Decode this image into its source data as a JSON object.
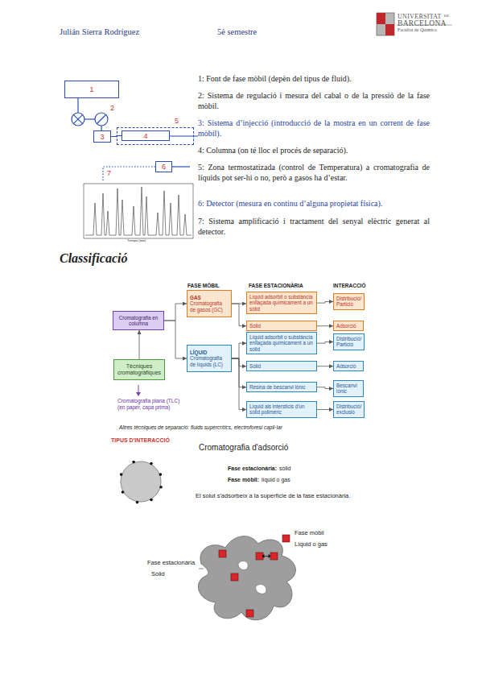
{
  "diagram": {
    "title": "Classificació",
    "caption": "Altres tècniques de separació: fluids supercrítics, electroforesi capil·lar",
    "nodes": [
      {
        "text": [
          "1"
        ]
      },
      {
        "text": [
          "3"
        ]
      },
      {
        "text": [
          "5"
        ]
      },
      {
        "text": [
          "4"
        ],
        "in": 2
      },
      {
        "text": [
          "6"
        ]
      },
      {
        "text": [
          "Cromatografia en columna"
        ]
      },
      {
        "text": [
          "Tècniques cromatogràfiques"
        ]
      },
      {
        "text": [
          "GAS",
          "Cromatografia de gasos (GC)"
        ]
      },
      {
        "text": [
          "Líquid adsorbit o substància enllaçada químicament a un sòlid"
        ]
      },
      {
        "text": [
          "Distribució/ Partició"
        ]
      },
      {
        "text": [
          "Sòlid"
        ]
      },
      {
        "text": [
          "Adsorció"
        ]
      },
      {
        "text": [
          "LÍQUID",
          "Cromatografia de líquids (LC)"
        ]
      },
      {
        "text": [
          "Líquid adsorbit o substància enllaçada químicament a un sòlid"
        ]
      },
      {
        "text": [
          "Distribució/ Partició"
        ]
      },
      {
        "text": [
          "Sòlid"
        ]
      },
      {
        "text": [
          "Adsorció"
        ]
      },
      {
        "text": [
          "Resina de bescanvi iònic"
        ]
      },
      {
        "text": [
          "Bescanvi iònic"
        ]
      },
      {
        "text": [
          "Líquid als intersticis d'un sòlid polimèric"
        ]
      },
      {
        "text": [
          "Distribució/ exclusió"
        ]
      }
    ],
    "edges": [
      {
        "from": 1,
        "to": 3,
        "arrow": "none"
      },
      {
        "from": 6,
        "to": 5,
        "arrow": "to"
      },
      {
        "from": 5,
        "to": 7,
        "arrow": "to"
      },
      {
        "from": 5,
        "to": 12,
        "arrow": "to"
      },
      {
        "from": 7,
        "to": 8,
        "arrow": "to"
      },
      {
        "from": 7,
        "to": 10,
        "arrow": "to"
      },
      {
        "from": 8,
        "to": 9,
        "arrow": "to"
      },
      {
        "from": 10,
        "to": 11,
        "arrow": "to"
      },
      {
        "from": 12,
        "to": 13,
        "arrow": "to"
      },
      {
        "from": 12,
        "to": 15,
        "arrow": "to"
      },
      {
        "from": 12,
        "to": 17,
        "arrow": "to"
      },
      {
        "from": 12,
        "to": 19,
        "arrow": "to"
      },
      {
        "from": 13,
        "to": 14,
        "arrow": "to"
      },
      {
        "from": 15,
        "to": 16,
        "arrow": "to"
      },
      {
        "from": 17,
        "to": 18,
        "arrow": "to"
      },
      {
        "from": 19,
        "to": 20,
        "arrow": "to"
      }
    ],
    "labels": [
      "Julián Sierra Rodríguez",
      "5è semestre",
      "UNIVERSITAT",
      "DE",
      "BARCELONA",
      "Facultat de Química",
      "2",
      "7",
      "Tiempo (min)",
      "1: Font de fase mòbil (depèn del tipus de fluid).",
      "2: Sistema de regulació i mesura del cabal o de la pressió de la fase mòbil.",
      "3: Sistema d’injecció (introducció de la mostra en un corrent de fase mòbil).",
      "4: Columna (on té lloc el procés de separació).",
      "5: Zona termostatizada (control de Temperatura) a cromatografia de líquids pot ser-hi o no, però a gasos ha d’estar.",
      "6: Detector (mesura en continu d’alguna propietat física).",
      "7: Sistema amplificació i tractament del senyal elèctric generat al detector.",
      "FASE MÒBIL",
      "FASE ESTACIONÀRIA",
      "INTERACCIÓ",
      "Cromatografia plana (TLC) (en paper, capa prima)",
      "TIPUS D'INTERACCIÓ",
      "Cromatografia d'adsorció",
      "Fase estacionària:",
      "sòlid",
      "Fase mòbil:",
      "líquid o gas",
      "El solut s'adsorbeix a la superfície de la fase estacionària.",
      "Fase mòbil",
      "Líquid o gas",
      "Fase estacionària",
      "Sòlid"
    ]
  }
}
